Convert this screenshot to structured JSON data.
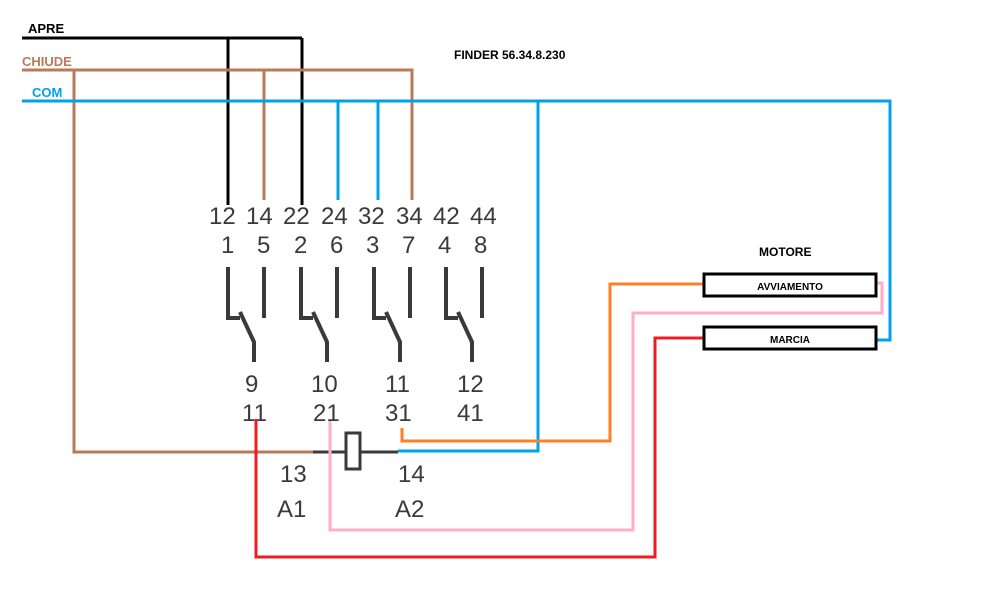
{
  "title": "FINDER 56.34.8.230",
  "colors": {
    "apre": "#000000",
    "chiude": "#b97a57",
    "com": "#00a2e8",
    "orange": "#ff7f27",
    "pink": "#ffaec9",
    "red": "#ed1c24",
    "relay": "#3a3a3a"
  },
  "wires": {
    "apre": "APRE",
    "chiude": "CHIUDE",
    "com": "COM"
  },
  "relay": {
    "top_pins": [
      "12",
      "14",
      "22",
      "24",
      "32",
      "34",
      "42",
      "44"
    ],
    "base_top": [
      "1",
      "5",
      "2",
      "6",
      "3",
      "7",
      "4",
      "8"
    ],
    "common_pins": [
      "9",
      "10",
      "11",
      "12"
    ],
    "common_labels": [
      "11",
      "21",
      "31",
      "41"
    ],
    "coil": {
      "a1_num": "13",
      "a1_label": "A1",
      "a2_num": "14",
      "a2_label": "A2"
    }
  },
  "motor": {
    "title": "MOTORE",
    "avviamento": "AVVIAMENTO",
    "marcia": "MARCIA"
  }
}
